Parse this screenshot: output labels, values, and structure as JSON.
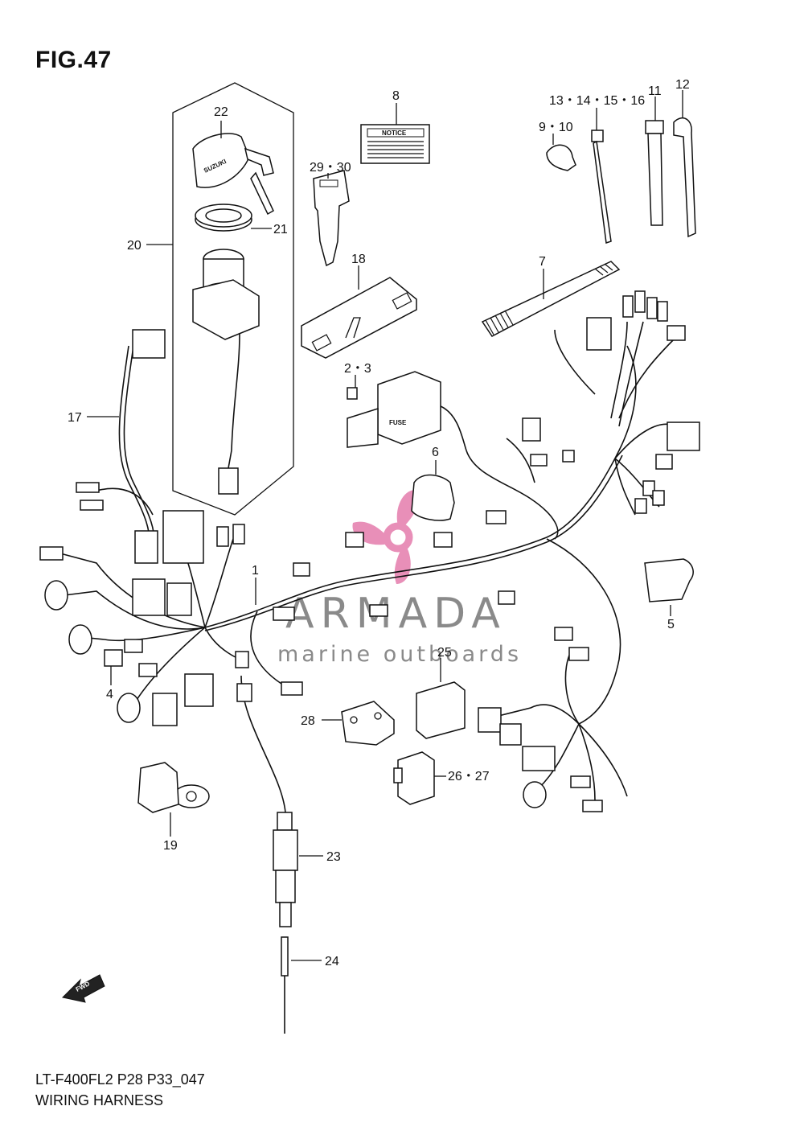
{
  "figure": {
    "title": "FIG.47",
    "model_code": "LT-F400FL2 P28 P33_047",
    "caption": "WIRING HARNESS"
  },
  "watermark": {
    "brand": "ARMADA",
    "tagline": "marine outboards",
    "color": "#e88fb8"
  },
  "labels": {
    "notice": "NOTICE",
    "fuse": "FUSE",
    "fwd": "FWD",
    "suzuki": "SUZUKI"
  },
  "callouts": [
    {
      "id": "c22",
      "text": "22"
    },
    {
      "id": "c21",
      "text": "21"
    },
    {
      "id": "c20",
      "text": "20"
    },
    {
      "id": "c8",
      "text": "8"
    },
    {
      "id": "c2930",
      "text": "29・30"
    },
    {
      "id": "c18",
      "text": "18"
    },
    {
      "id": "c23b",
      "text": "2・3"
    },
    {
      "id": "c13",
      "text": "13・14・15・16"
    },
    {
      "id": "c910",
      "text": "9・10"
    },
    {
      "id": "c11",
      "text": "11"
    },
    {
      "id": "c12",
      "text": "12"
    },
    {
      "id": "c7",
      "text": "7"
    },
    {
      "id": "c17",
      "text": "17"
    },
    {
      "id": "c6",
      "text": "6"
    },
    {
      "id": "c1",
      "text": "1"
    },
    {
      "id": "c5",
      "text": "5"
    },
    {
      "id": "c4",
      "text": "4"
    },
    {
      "id": "c25",
      "text": "25"
    },
    {
      "id": "c28",
      "text": "28"
    },
    {
      "id": "c2627",
      "text": "26・27"
    },
    {
      "id": "c19",
      "text": "19"
    },
    {
      "id": "c23",
      "text": "23"
    },
    {
      "id": "c24",
      "text": "24"
    }
  ]
}
